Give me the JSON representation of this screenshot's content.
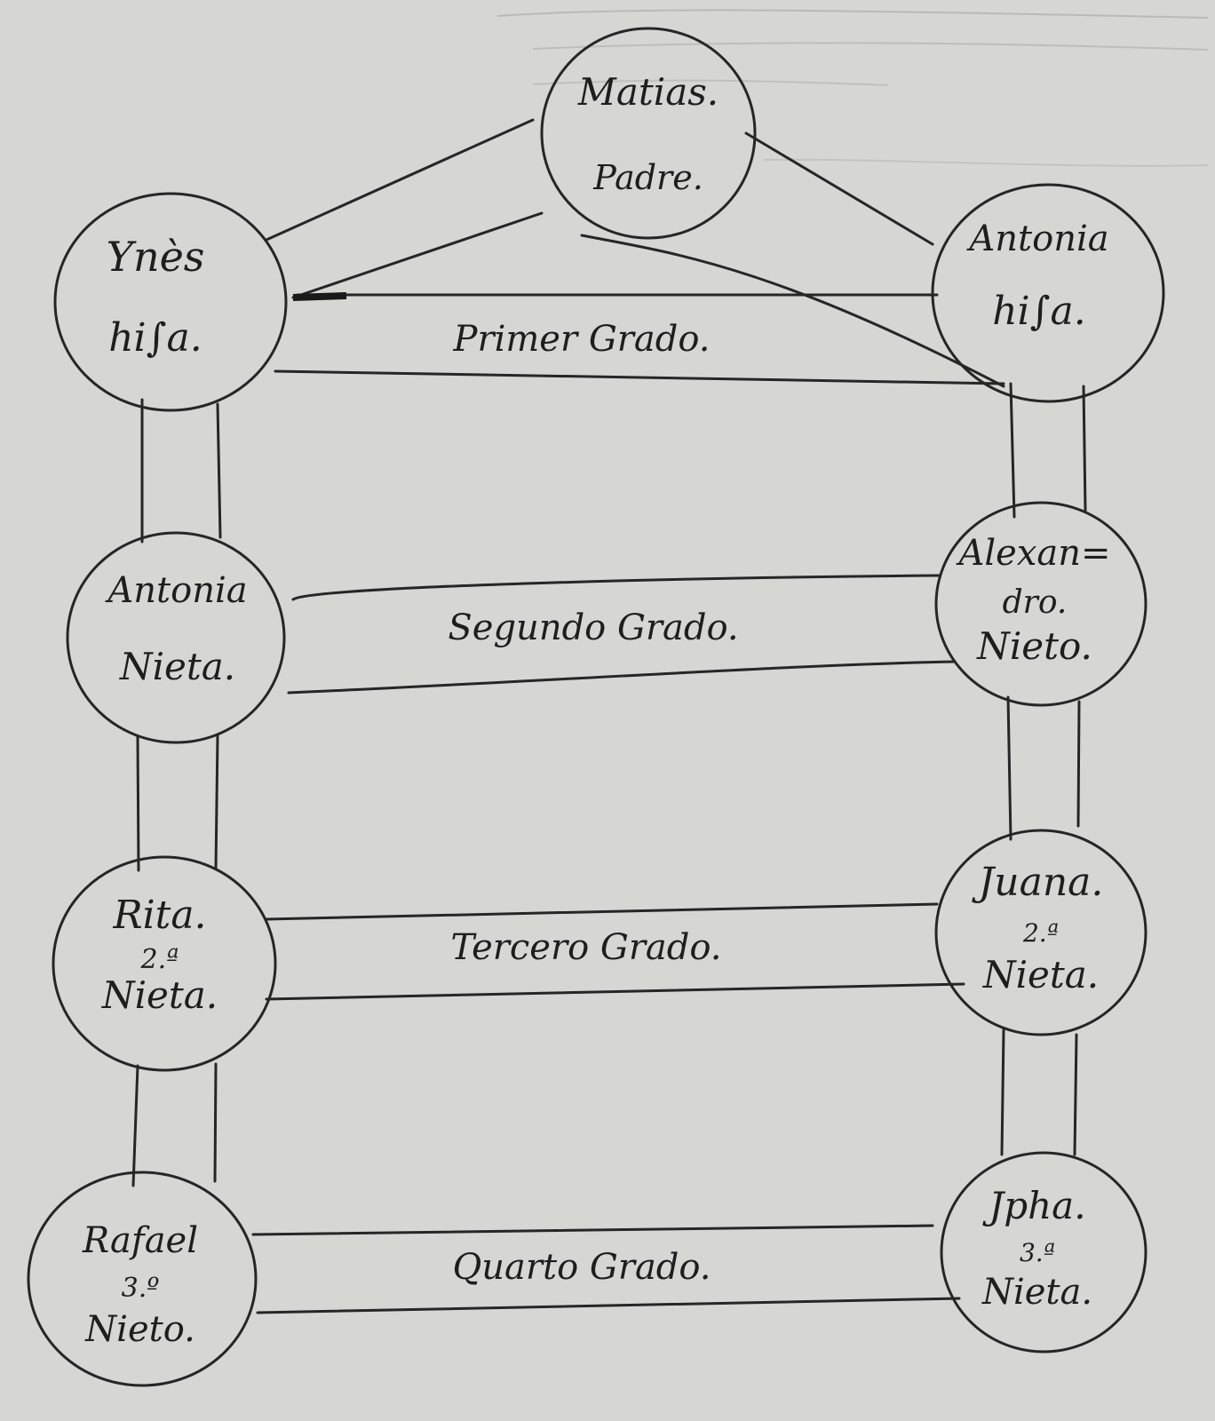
{
  "nodes": [
    {
      "id": "matias",
      "lines": [
        "Matias.",
        "Padre."
      ]
    },
    {
      "id": "ines",
      "lines": [
        "Ynès",
        "hi∫a."
      ]
    },
    {
      "id": "antonia-hija",
      "lines": [
        "Antonia",
        "hi∫a."
      ]
    },
    {
      "id": "antonia-nieta",
      "lines": [
        "Antonia",
        "Nieta."
      ]
    },
    {
      "id": "alexandro",
      "lines": [
        "Alexan=",
        "dro.",
        "Nieto."
      ]
    },
    {
      "id": "rita",
      "lines": [
        "Rita.",
        "2.ª",
        "Nieta."
      ]
    },
    {
      "id": "juana",
      "lines": [
        "Juana.",
        "2.ª",
        "Nieta."
      ]
    },
    {
      "id": "rafael",
      "lines": [
        "Rafael",
        "3.º",
        "Nieto."
      ]
    },
    {
      "id": "josepha",
      "lines": [
        "Jpha.",
        "3.ª",
        "Nieta."
      ]
    }
  ],
  "grades": [
    {
      "id": "primer",
      "label": "Primer Grado."
    },
    {
      "id": "segundo",
      "label": "Segundo Grado."
    },
    {
      "id": "tercero",
      "label": "Tercero Grado."
    },
    {
      "id": "cuarto",
      "label": "Quarto Grado."
    }
  ],
  "colors": {
    "paper": "#d6d7d3",
    "ink": "#262624",
    "faded_ink": "#a9aaa6"
  }
}
